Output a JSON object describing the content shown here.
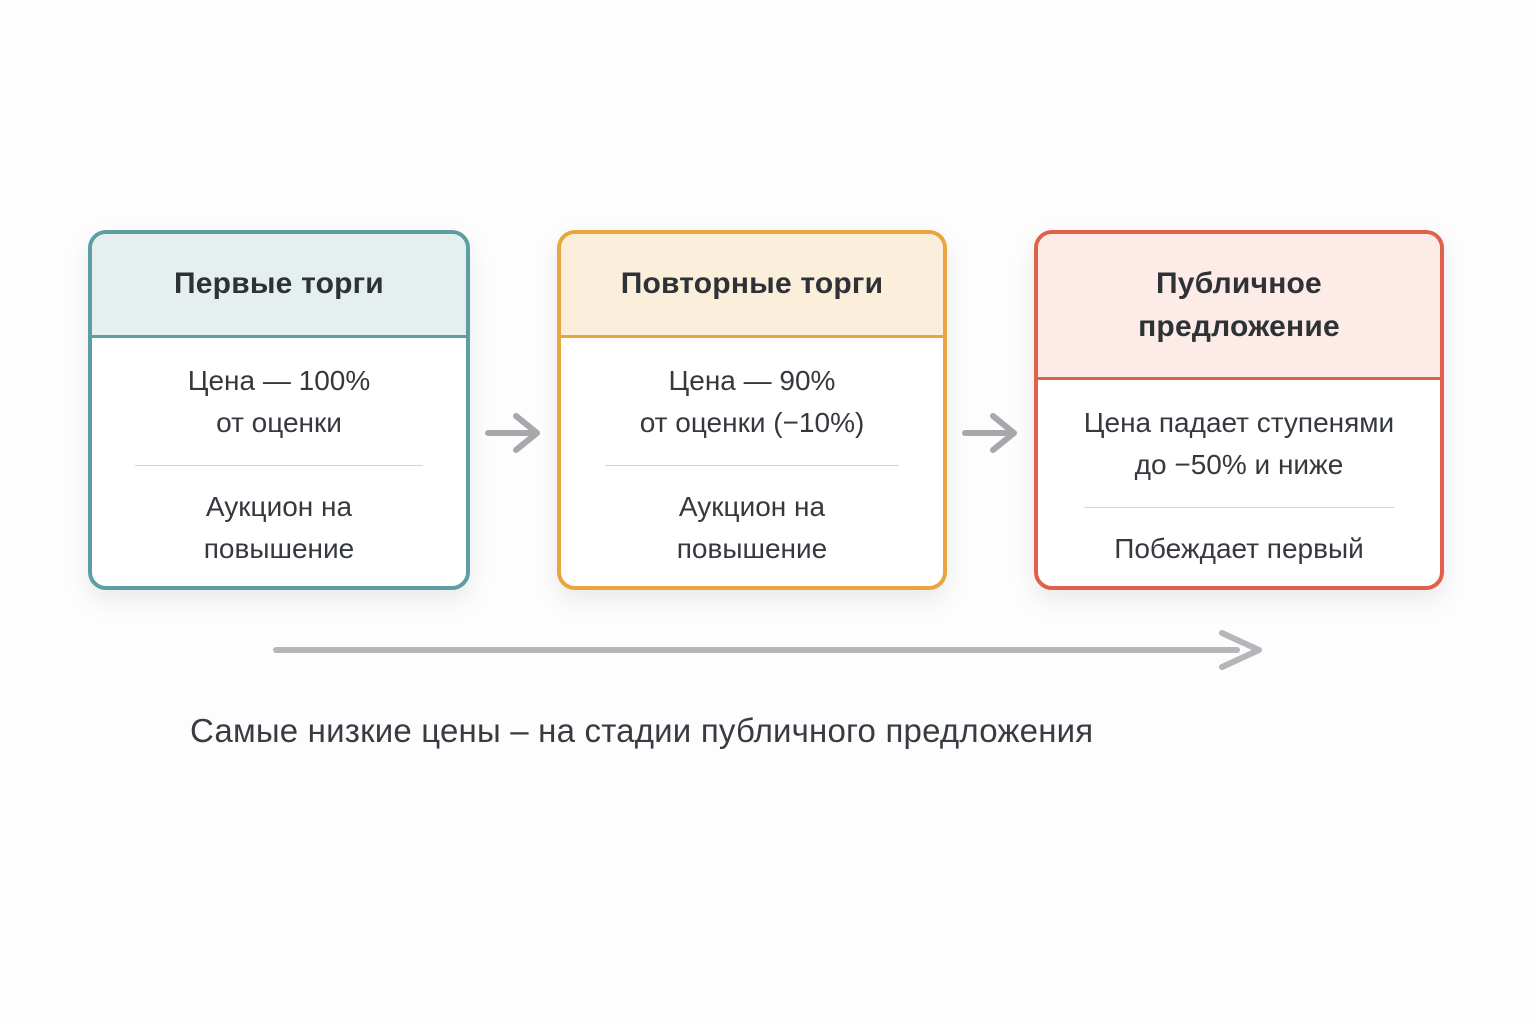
{
  "page": {
    "background": "#fdfdfd",
    "caption": "Самые низкие цены – на стадии публичного предложения"
  },
  "colors": {
    "text_dark": "#35393e",
    "divider_gray": "#d2d4d6",
    "small_arrow_gray": "#a6a8ac",
    "long_arrow_gray": "#b4b6b9"
  },
  "cards": [
    {
      "title": "Первые торги",
      "accent_color": "#5d9ea2",
      "header_bg": "#e4efee",
      "top_lines": [
        "Цена — 100%",
        "от оценки"
      ],
      "bottom_lines": [
        "Аукцион на",
        "повышение"
      ]
    },
    {
      "title": "Повторные торги",
      "accent_color": "#e9a53e",
      "header_bg": "#fbeedb",
      "top_lines": [
        "Цена — 90%",
        "от оценки (−10%)"
      ],
      "bottom_lines": [
        "Аукцион на",
        "повышение"
      ]
    },
    {
      "title": "Публичное предложение",
      "accent_color": "#e0604a",
      "header_bg": "#fcebe6",
      "top_lines": [
        "Цена падает ступенями",
        "до −50% и ниже"
      ],
      "bottom_lines": [
        "Побеждает первый"
      ]
    }
  ]
}
